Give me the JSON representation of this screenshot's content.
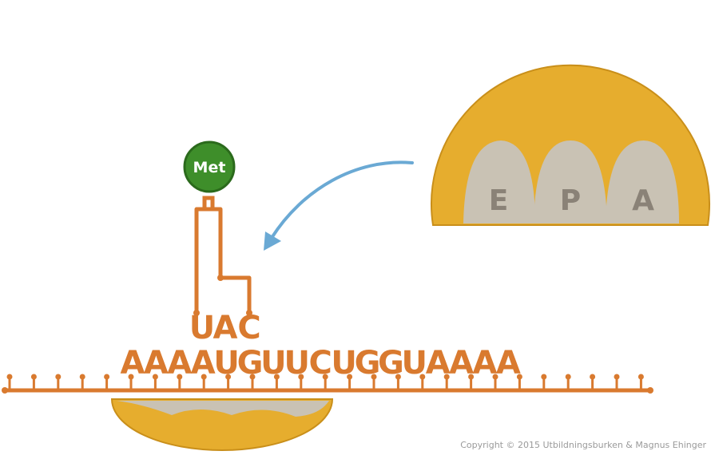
{
  "amino_acid": "Met",
  "anticodon": [
    "U",
    "A",
    "C"
  ],
  "mrna_bases": [
    "A",
    "A",
    "A",
    "A",
    "U",
    "G",
    "U",
    "U",
    "C",
    "U",
    "G",
    "G",
    "U",
    "A",
    "A",
    "A",
    "A"
  ],
  "ribosome_sites": [
    "E",
    "P",
    "A"
  ],
  "copyright": "Copyright © 2015 Utbildningsburken & Magnus Ehinger",
  "colors": {
    "ribosome": "#e6ad2e",
    "ribosome_edge": "#c98f1a",
    "site": "#c9c2b4",
    "trna": "#d97a2f",
    "met": "#3e8e2a",
    "arrow": "#6aa9d4"
  }
}
